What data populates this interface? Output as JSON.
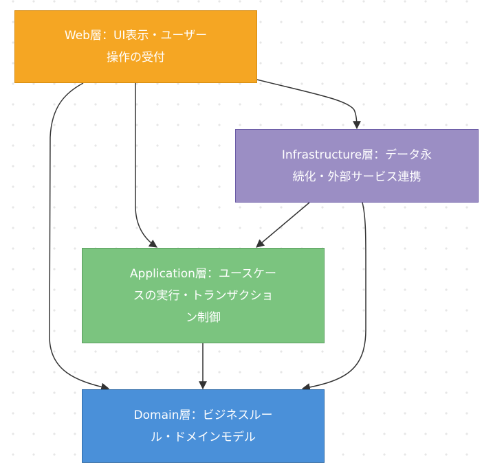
{
  "diagram": {
    "type": "flowchart",
    "direction": "top-down",
    "nodes": [
      {
        "id": "web",
        "label": "Web層：UI表示・ユーザー操作の受付",
        "lines": [
          "Web層：UI表示・ユーザー",
          "操作の受付"
        ],
        "fill": "#F5A623",
        "stroke": "#D48A10"
      },
      {
        "id": "infra",
        "label": "Infrastructure層：データ永続化・外部サービス連携",
        "lines": [
          "Infrastructure層：データ永",
          "続化・外部サービス連携"
        ],
        "fill": "#9B8EC4",
        "stroke": "#6B5BA6"
      },
      {
        "id": "app",
        "label": "Application層：ユースケースの実行・トランザクション制御",
        "lines": [
          "Application層：ユースケー",
          "スの実行・トランザクショ",
          "ン制御"
        ],
        "fill": "#7BC47F",
        "stroke": "#5A9E5E"
      },
      {
        "id": "domain",
        "label": "Domain層：ビジネスルール・ドメインモデル",
        "lines": [
          "Domain層：ビジネスルー",
          "ル・ドメインモデル"
        ],
        "fill": "#4A90D9",
        "stroke": "#2F6BA8"
      }
    ],
    "edges": [
      {
        "from": "web",
        "to": "infra"
      },
      {
        "from": "web",
        "to": "app"
      },
      {
        "from": "web",
        "to": "domain"
      },
      {
        "from": "infra",
        "to": "app"
      },
      {
        "from": "infra",
        "to": "domain"
      },
      {
        "from": "app",
        "to": "domain"
      }
    ],
    "edge_color": "#333333",
    "background": "dot-grid"
  }
}
